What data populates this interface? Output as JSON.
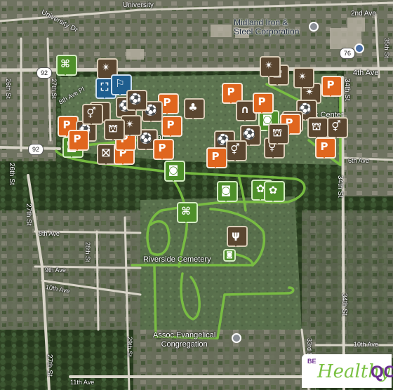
{
  "map": {
    "roads": {
      "university_dr": "University Dr",
      "university_ave": "University",
      "second_ave": "2nd Ave",
      "fourth_ave": "4th Ave",
      "eighth_ave_pl": "8th Ave Pl",
      "sixth_ave": "6th Ave",
      "eighth_ave": "8th Ave",
      "ninth_ave": "9th Ave",
      "tenth_ave_left": "10th Ave",
      "tenth_ave_right": "10th Ave",
      "eleventh_ave": "11th Ave",
      "twenty_sixth_st_top": "26th St",
      "twenty_sixth_st": "26th St",
      "twenty_seventh_st_top": "27th St",
      "twenty_seventh_st": "27th St",
      "twenty_seventh_st_bottom": "27th St",
      "twenty_eighth_st": "28th St",
      "twenty_ninth_st": "29th St",
      "thirty_third_st": "33rd St",
      "thirty_fourth_st_top": "34th St",
      "thirty_fourth_st_mid": "34th St",
      "thirty_fourth_st_low": "34th St",
      "thirty_fifth_st": "35th St"
    },
    "route_shields": {
      "route_92_top": "92",
      "route_92_left": "92",
      "route_76": "76"
    },
    "places": {
      "midland": "Midland Iron &\nSteel Corporation",
      "riverside": "Riverside Cemetery",
      "assoc": "Assoc Evangelical\nCongregation",
      "center": "c Center",
      "park_fragment": "ar"
    },
    "markers": [
      {
        "id": "m1",
        "type": "green",
        "icon": "plaza-icon",
        "glyph": "⌘"
      },
      {
        "id": "m2",
        "type": "brown",
        "icon": "fireworks-icon",
        "glyph": "✴"
      },
      {
        "id": "m3",
        "type": "blue",
        "icon": "playground-icon",
        "glyph": "⛶"
      },
      {
        "id": "m4",
        "type": "blue",
        "icon": "slide-icon",
        "glyph": "⚐"
      },
      {
        "id": "m5",
        "type": "brown",
        "icon": "trash-icon",
        "glyph": "⛝"
      },
      {
        "id": "m6",
        "type": "brown",
        "icon": "soccer-icon",
        "glyph": "⚽"
      },
      {
        "id": "m7",
        "type": "orange",
        "icon": "parking-icon",
        "glyph": "P"
      },
      {
        "id": "m8",
        "type": "brown",
        "icon": "soccer-icon",
        "glyph": "⚽"
      },
      {
        "id": "m9",
        "type": "orange",
        "icon": "parking-icon",
        "glyph": "P"
      },
      {
        "id": "m10",
        "type": "brown",
        "icon": "tree-icon",
        "glyph": "♣"
      },
      {
        "id": "m11",
        "type": "orange",
        "icon": "parking-icon",
        "glyph": "P"
      },
      {
        "id": "m12",
        "type": "brown",
        "icon": "shelter-icon",
        "glyph": "∩"
      },
      {
        "id": "m13",
        "type": "brown",
        "icon": "picnic-icon",
        "glyph": "⛫"
      },
      {
        "id": "m14",
        "type": "orange",
        "icon": "parking-icon",
        "glyph": "P"
      },
      {
        "id": "m15",
        "type": "brown",
        "icon": "fireworks-icon",
        "glyph": "✴"
      },
      {
        "id": "m16",
        "type": "brown",
        "icon": "soccer-icon",
        "glyph": "⚽"
      },
      {
        "id": "m17",
        "type": "green",
        "icon": "camera-icon",
        "glyph": "◙"
      },
      {
        "id": "m18",
        "type": "brown",
        "icon": "picnic-icon",
        "glyph": "⛫"
      },
      {
        "id": "m19",
        "type": "brown",
        "icon": "picnic-icon",
        "glyph": "⛫"
      },
      {
        "id": "m20",
        "type": "brown",
        "icon": "restroom-icon",
        "glyph": "⚥"
      },
      {
        "id": "m21",
        "type": "orange",
        "icon": "parking-icon",
        "glyph": "P"
      },
      {
        "id": "m22",
        "type": "orange",
        "icon": "parking-icon",
        "glyph": "P"
      },
      {
        "id": "m23",
        "type": "orange",
        "icon": "parking-icon",
        "glyph": "P"
      },
      {
        "id": "m24",
        "type": "green",
        "icon": "camera-icon",
        "glyph": "◙"
      },
      {
        "id": "m25",
        "type": "brown",
        "icon": "soccer-icon",
        "glyph": "⚽"
      },
      {
        "id": "m26",
        "type": "brown",
        "icon": "soccer-icon",
        "glyph": "⚽"
      },
      {
        "id": "m27",
        "type": "brown",
        "icon": "trash-icon",
        "glyph": "⛝"
      },
      {
        "id": "m28",
        "type": "orange",
        "icon": "parking-icon",
        "glyph": "P"
      },
      {
        "id": "m29",
        "type": "orange",
        "icon": "parking-icon",
        "glyph": "P"
      },
      {
        "id": "m30",
        "type": "brown",
        "icon": "soccer-icon",
        "glyph": "⚽"
      },
      {
        "id": "m31",
        "type": "orange",
        "icon": "parking-icon",
        "glyph": "P"
      },
      {
        "id": "m32",
        "type": "brown",
        "icon": "soccer-icon",
        "glyph": "⚽"
      },
      {
        "id": "m33",
        "type": "brown",
        "icon": "restroom-icon",
        "glyph": "⚥"
      },
      {
        "id": "m34",
        "type": "green",
        "icon": "camera-icon",
        "glyph": "◙"
      },
      {
        "id": "m35",
        "type": "green",
        "icon": "camera-icon",
        "glyph": "◙"
      },
      {
        "id": "m36",
        "type": "green",
        "icon": "nature-icon",
        "glyph": "✿"
      },
      {
        "id": "m37",
        "type": "green",
        "icon": "nature-icon",
        "glyph": "✿"
      },
      {
        "id": "m38",
        "type": "green",
        "icon": "plaza-icon",
        "glyph": "⌘"
      },
      {
        "id": "m39",
        "type": "brown",
        "icon": "wildlife-icon",
        "glyph": "ψ"
      },
      {
        "id": "m40",
        "type": "green",
        "icon": "camera-icon",
        "glyph": "◙"
      },
      {
        "id": "m41",
        "type": "orange",
        "icon": "parking-icon",
        "glyph": "P"
      },
      {
        "id": "m42",
        "type": "brown",
        "icon": "restroom-icon",
        "glyph": "⚥"
      },
      {
        "id": "m43",
        "type": "brown",
        "icon": "picnic-icon",
        "glyph": "⛫"
      },
      {
        "id": "m44",
        "type": "orange",
        "icon": "parking-icon",
        "glyph": "P"
      },
      {
        "id": "m45",
        "type": "brown",
        "icon": "fireworks-icon",
        "glyph": "✴"
      },
      {
        "id": "m46",
        "type": "orange",
        "icon": "parking-icon",
        "glyph": "P"
      },
      {
        "id": "m47",
        "type": "brown",
        "icon": "fireworks-icon",
        "glyph": "✴"
      },
      {
        "id": "m48",
        "type": "brown",
        "icon": "picnic-icon",
        "glyph": "⛫"
      },
      {
        "id": "m49",
        "type": "brown",
        "icon": "restroom-icon",
        "glyph": "⚥"
      },
      {
        "id": "m50",
        "type": "brown",
        "icon": "soccer-icon",
        "glyph": "⚽"
      },
      {
        "id": "m51",
        "type": "brown",
        "icon": "fireworks-icon",
        "glyph": "✴"
      }
    ]
  },
  "brand": {
    "be": "BE",
    "healthy": "Healthy",
    "qc": "QC"
  },
  "colors": {
    "trail": "#7ac142",
    "marker_brown": "#5a4630",
    "marker_orange": "#e0661e",
    "marker_green": "#4e8f2a",
    "marker_blue": "#1f5e8f"
  }
}
